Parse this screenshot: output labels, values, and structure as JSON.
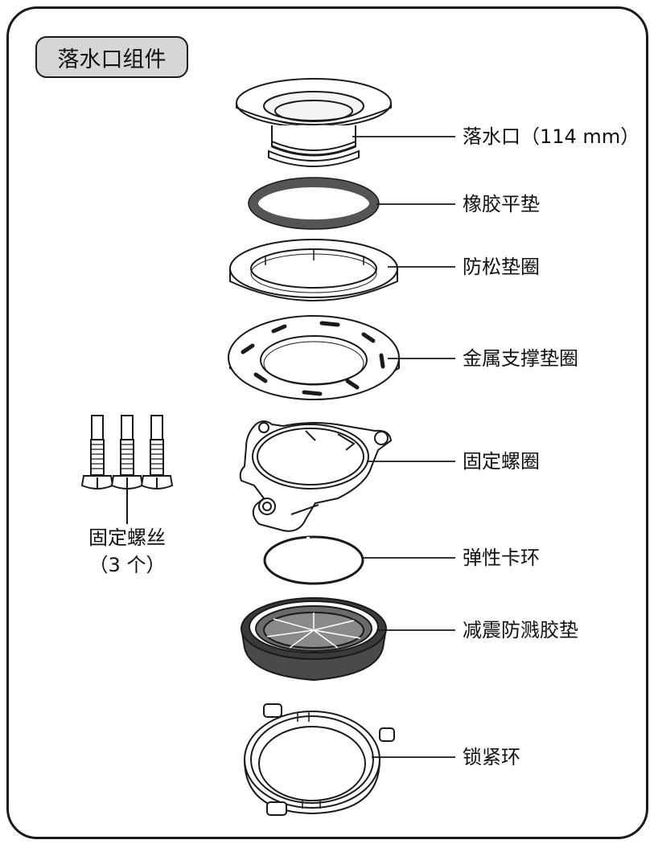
{
  "title": "落水口组件",
  "parts": [
    {
      "id": "sink-flange",
      "label": "落水口（114 mm）"
    },
    {
      "id": "rubber-gasket",
      "label": "橡胶平垫"
    },
    {
      "id": "anti-loose-washer",
      "label": "防松垫圈"
    },
    {
      "id": "metal-backup-ring",
      "label": "金属支撑垫圈"
    },
    {
      "id": "mounting-ring",
      "label": "固定螺圈"
    },
    {
      "id": "snap-ring",
      "label": "弹性卡环"
    },
    {
      "id": "splash-guard",
      "label": "减震防溅胶垫"
    },
    {
      "id": "lock-ring",
      "label": "锁紧环"
    }
  ],
  "screws": {
    "label_line1": "固定螺丝",
    "label_line2": "（3 个）"
  },
  "colors": {
    "outline": "#1a1a1a",
    "title_fill": "#d6d6d6",
    "gasket": "#555555",
    "splash_inner": "#8a8a8a"
  }
}
